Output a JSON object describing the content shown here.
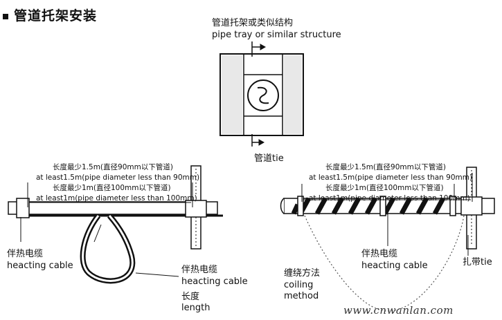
{
  "title": "管道托架安装",
  "top": {
    "label_cn": "管道托架或类似结构",
    "label_en": "pipe tray or similar structure",
    "tie_label": "管道tie"
  },
  "left": {
    "len1_cn": "长度最少1.5m(直径90mm以下管道)",
    "len1_en": "at least1.5m(pipe diameter less than 90mm)",
    "len2_cn": "长度最少1m(直径100mm以下管道)",
    "len2_en": "at least1m(pipe diameter less than 100mm)",
    "cable_cn": "伴热电缆",
    "cable_en": "heacting cable",
    "loop_cable_cn": "伴热电缆",
    "loop_cable_en": "heacting cable",
    "length_cn": "长度",
    "length_en": "length"
  },
  "right": {
    "len1_cn": "长度最少1.5m(直径90mm以下管道)",
    "len1_en": "at least1.5m(pipe diameter less than 90mm)",
    "len2_cn": "长度最少1m(直径100mm以下管道)",
    "len2_en": "at least1m(pipe diameter less than 100mm)",
    "coil_cn": "缠绕方法",
    "coil_en1": "coiling",
    "coil_en2": "method",
    "cable_cn": "伴热电缆",
    "cable_en": "heacting cable",
    "tie_label": "扎带tie"
  },
  "watermark": "www.cnwanlan.com"
}
